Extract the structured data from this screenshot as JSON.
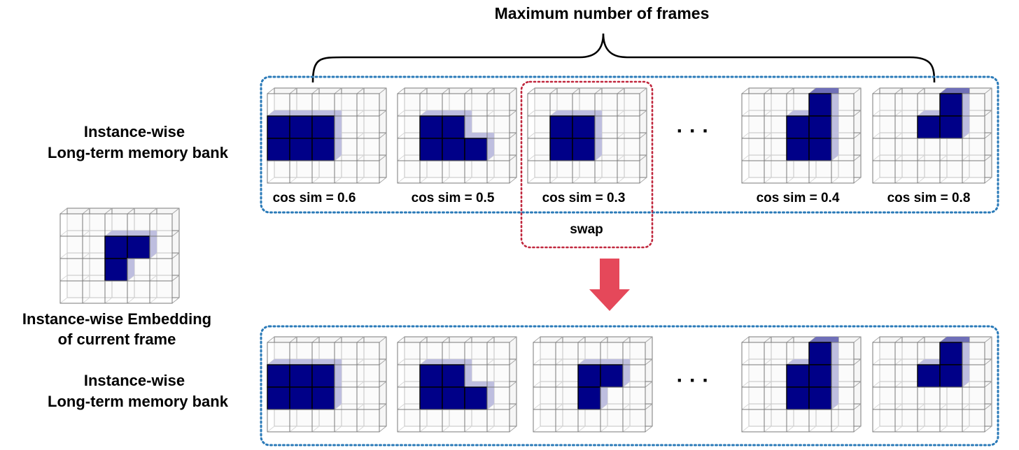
{
  "title": "Maximum number of frames",
  "labels": {
    "top_bank_line1": "Instance-wise",
    "top_bank_line2": "Long-term memory bank",
    "embedding_line1": "Instance-wise Embedding",
    "embedding_line2": "of current frame",
    "bottom_bank_line1": "Instance-wise",
    "bottom_bank_line2": "Long-term memory bank",
    "ellipsis": "· · ·",
    "swap": "swap"
  },
  "colors": {
    "filled_cell": "#000088",
    "filled_cell_side": "#6f6fb8",
    "grid_line": "#7a7a7a",
    "bank_border": "#2a7ab8",
    "swap_border": "#c0273d",
    "swap_text": "#c0273d",
    "arrow": "#e5485a"
  },
  "grid": {
    "rows": 4,
    "cols": 5
  },
  "embedding": {
    "filled": [
      [
        1,
        2
      ],
      [
        1,
        3
      ],
      [
        2,
        2
      ]
    ]
  },
  "top_bank": [
    {
      "cos_label": "cos sim = 0.6",
      "filled": [
        [
          1,
          0
        ],
        [
          1,
          1
        ],
        [
          1,
          2
        ],
        [
          2,
          0
        ],
        [
          2,
          1
        ],
        [
          2,
          2
        ]
      ]
    },
    {
      "cos_label": "cos sim = 0.5",
      "filled": [
        [
          1,
          1
        ],
        [
          1,
          2
        ],
        [
          2,
          1
        ],
        [
          2,
          2
        ],
        [
          2,
          3
        ]
      ]
    },
    {
      "cos_label": "cos sim = 0.3",
      "filled": [
        [
          1,
          1
        ],
        [
          1,
          2
        ],
        [
          2,
          1
        ],
        [
          2,
          2
        ]
      ]
    },
    {
      "cos_label": "cos sim = 0.4",
      "filled": [
        [
          0,
          3
        ],
        [
          1,
          2
        ],
        [
          1,
          3
        ],
        [
          2,
          2
        ],
        [
          2,
          3
        ]
      ]
    },
    {
      "cos_label": "cos sim = 0.8",
      "filled": [
        [
          0,
          3
        ],
        [
          1,
          2
        ],
        [
          1,
          3
        ]
      ]
    }
  ],
  "bottom_bank": [
    {
      "filled": [
        [
          1,
          0
        ],
        [
          1,
          1
        ],
        [
          1,
          2
        ],
        [
          2,
          0
        ],
        [
          2,
          1
        ],
        [
          2,
          2
        ]
      ]
    },
    {
      "filled": [
        [
          1,
          1
        ],
        [
          1,
          2
        ],
        [
          2,
          1
        ],
        [
          2,
          2
        ],
        [
          2,
          3
        ]
      ]
    },
    {
      "filled": [
        [
          1,
          2
        ],
        [
          1,
          3
        ],
        [
          2,
          2
        ]
      ]
    },
    {
      "filled": [
        [
          0,
          3
        ],
        [
          1,
          2
        ],
        [
          1,
          3
        ],
        [
          2,
          2
        ],
        [
          2,
          3
        ]
      ]
    },
    {
      "filled": [
        [
          0,
          3
        ],
        [
          1,
          2
        ],
        [
          1,
          3
        ]
      ]
    }
  ]
}
